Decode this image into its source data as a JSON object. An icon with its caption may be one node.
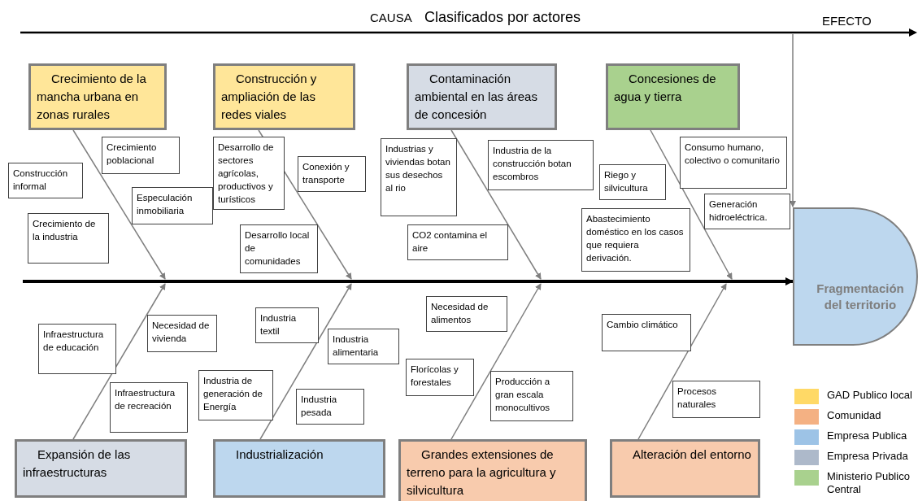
{
  "diagram": {
    "nodes": [
      {
        "text": [
          "Crecimiento de la mancha urbana en zonas rurales"
        ]
      },
      {
        "text": [
          "Construcción y ampliación de las redes viales"
        ]
      },
      {
        "text": [
          "Contaminación ambiental en las áreas de concesión"
        ]
      },
      {
        "text": [
          "Concesiones de agua y tierra"
        ]
      },
      {
        "text": [
          "Crecimiento poblacional"
        ]
      },
      {
        "text": [
          "Construcción informal"
        ]
      },
      {
        "text": [
          "Especulación inmobiliaria"
        ]
      },
      {
        "text": [
          "Crecimiento de la industria"
        ]
      },
      {
        "text": [
          "Desarrollo de sectores agrícolas, productivos y turísticos"
        ]
      },
      {
        "text": [
          "Conexión y transporte"
        ]
      },
      {
        "text": [
          "Desarrollo local de comunidades"
        ]
      },
      {
        "text": [
          "Industrias y viviendas botan sus desechos al rio"
        ]
      },
      {
        "text": [
          "Industria de la construcción botan escombros"
        ]
      },
      {
        "text": [
          "CO2 contamina el aire"
        ]
      },
      {
        "text": [
          "Consumo humano, colectivo o comunitario"
        ]
      },
      {
        "text": [
          "Riego y silvicultura"
        ]
      },
      {
        "text": [
          "Generación hidroeléctrica."
        ]
      },
      {
        "text": [
          "Abastecimiento doméstico en los casos que requiera derivación."
        ]
      },
      {
        "text": [
          "Fragmentación del territorio"
        ]
      },
      {
        "text": [
          "Necesidad de vivienda"
        ]
      },
      {
        "text": [
          "Infraestructura de educación"
        ]
      },
      {
        "text": [
          "Industria textil"
        ]
      },
      {
        "text": [
          "Industria alimentaria"
        ]
      },
      {
        "text": [
          "Necesidad de alimentos"
        ]
      },
      {
        "text": [
          "Cambio climático"
        ]
      },
      {
        "text": [
          "Infraestructura de recreación"
        ]
      },
      {
        "text": [
          "Industria de generación de Energía"
        ]
      },
      {
        "text": [
          "Industria pesada"
        ]
      },
      {
        "text": [
          "Florícolas y forestales"
        ]
      },
      {
        "text": [
          "Producción a gran escala monocultivos"
        ]
      },
      {
        "text": [
          "Procesos naturales"
        ]
      },
      {
        "text": [
          "Expansión de las infraestructuras"
        ]
      },
      {
        "text": [
          "Industrialización"
        ]
      },
      {
        "text": [
          "Grandes extensiones de terreno para la agricultura y silvicultura"
        ]
      },
      {
        "text": [
          "Alteración del entorno"
        ]
      }
    ],
    "edges": [
      {
        "from": 0,
        "to": null,
        "arrow": "to"
      },
      {
        "from": 1,
        "to": null,
        "arrow": "to"
      },
      {
        "from": 2,
        "to": null,
        "arrow": "to"
      },
      {
        "from": 3,
        "to": null,
        "arrow": "to"
      },
      {
        "from": 31,
        "to": null,
        "arrow": "to"
      },
      {
        "from": 32,
        "to": null,
        "arrow": "to"
      },
      {
        "from": 33,
        "to": null,
        "arrow": "to"
      },
      {
        "from": 34,
        "to": null,
        "arrow": "to"
      },
      {
        "from": null,
        "to": 18,
        "arrow": "to",
        "style": "thick",
        "color": "#000000"
      },
      {
        "from": null,
        "to": 18,
        "arrow": "to"
      }
    ],
    "labels": [
      "CAUSA",
      "Clasificados por actores",
      "EFECTO"
    ],
    "legend": [
      {
        "text": "GAD Publico local",
        "color": "#ffd966"
      },
      {
        "text": "Comunidad",
        "color": "#f4b183"
      },
      {
        "text": "Empresa Publica",
        "color": "#9dc3e6"
      },
      {
        "text": "Empresa Privada",
        "color": "#adb9ca"
      },
      {
        "text": "Ministerio Publico Central",
        "color": "#a9d18e"
      }
    ]
  }
}
